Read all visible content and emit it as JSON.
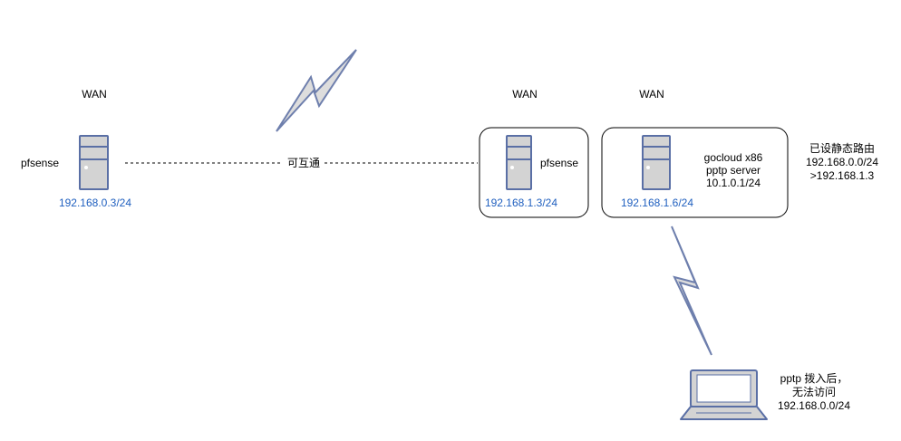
{
  "colors": {
    "stroke_dark": "#000000",
    "server_fill": "#d3d3d3",
    "server_stroke": "#5a6fa5",
    "bolt_fill": "#dddddd",
    "bolt_stroke": "#6e7fad",
    "ip_text": "#1f5fbf"
  },
  "icons": {
    "server": "server-icon",
    "bolt": "lightning-bolt-icon",
    "laptop": "laptop-icon"
  },
  "left_site": {
    "wan_label": "WAN",
    "device_name": "pfsense",
    "ip": "192.168.0.3/24"
  },
  "link": {
    "label": "可互通"
  },
  "right_pfsense": {
    "wan_label": "WAN",
    "device_name": "pfsense",
    "ip": "192.168.1.3/24"
  },
  "gocloud": {
    "wan_label": "WAN",
    "name_line1": "gocloud x86",
    "name_line2": "pptp server",
    "name_line3": "10.1.0.1/24",
    "ip": "192.168.1.6/24"
  },
  "route_note": {
    "line1": "已设静态路由",
    "line2": "192.168.0.0/24",
    "line3": ">192.168.1.3"
  },
  "client_note": {
    "line1": "pptp 拨入后，",
    "line2": "无法访问",
    "line3": "192.168.0.0/24"
  }
}
